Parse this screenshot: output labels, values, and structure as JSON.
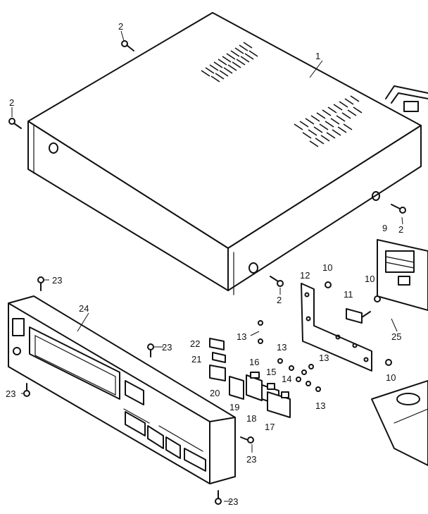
{
  "callouts": [
    {
      "id": "c1",
      "text": "1"
    },
    {
      "id": "c2a",
      "text": "2"
    },
    {
      "id": "c2b",
      "text": "2"
    },
    {
      "id": "c2c",
      "text": "2"
    },
    {
      "id": "c2d",
      "text": "2"
    },
    {
      "id": "c9",
      "text": "9"
    },
    {
      "id": "c10a",
      "text": "10"
    },
    {
      "id": "c10b",
      "text": "10"
    },
    {
      "id": "c10c",
      "text": "10"
    },
    {
      "id": "c11",
      "text": "11"
    },
    {
      "id": "c12",
      "text": "12"
    },
    {
      "id": "c13a",
      "text": "13"
    },
    {
      "id": "c13b",
      "text": "13"
    },
    {
      "id": "c13c",
      "text": "13"
    },
    {
      "id": "c13d",
      "text": "13"
    },
    {
      "id": "c14",
      "text": "14"
    },
    {
      "id": "c15",
      "text": "15"
    },
    {
      "id": "c16",
      "text": "16"
    },
    {
      "id": "c17",
      "text": "17"
    },
    {
      "id": "c18",
      "text": "18"
    },
    {
      "id": "c19",
      "text": "19"
    },
    {
      "id": "c20",
      "text": "20"
    },
    {
      "id": "c21",
      "text": "21"
    },
    {
      "id": "c22",
      "text": "22"
    },
    {
      "id": "c23a",
      "text": "23"
    },
    {
      "id": "c23b",
      "text": "23"
    },
    {
      "id": "c23c",
      "text": "23"
    },
    {
      "id": "c23d",
      "text": "23"
    },
    {
      "id": "c23e",
      "text": "23"
    },
    {
      "id": "c24",
      "text": "24"
    },
    {
      "id": "c25",
      "text": "25"
    }
  ]
}
